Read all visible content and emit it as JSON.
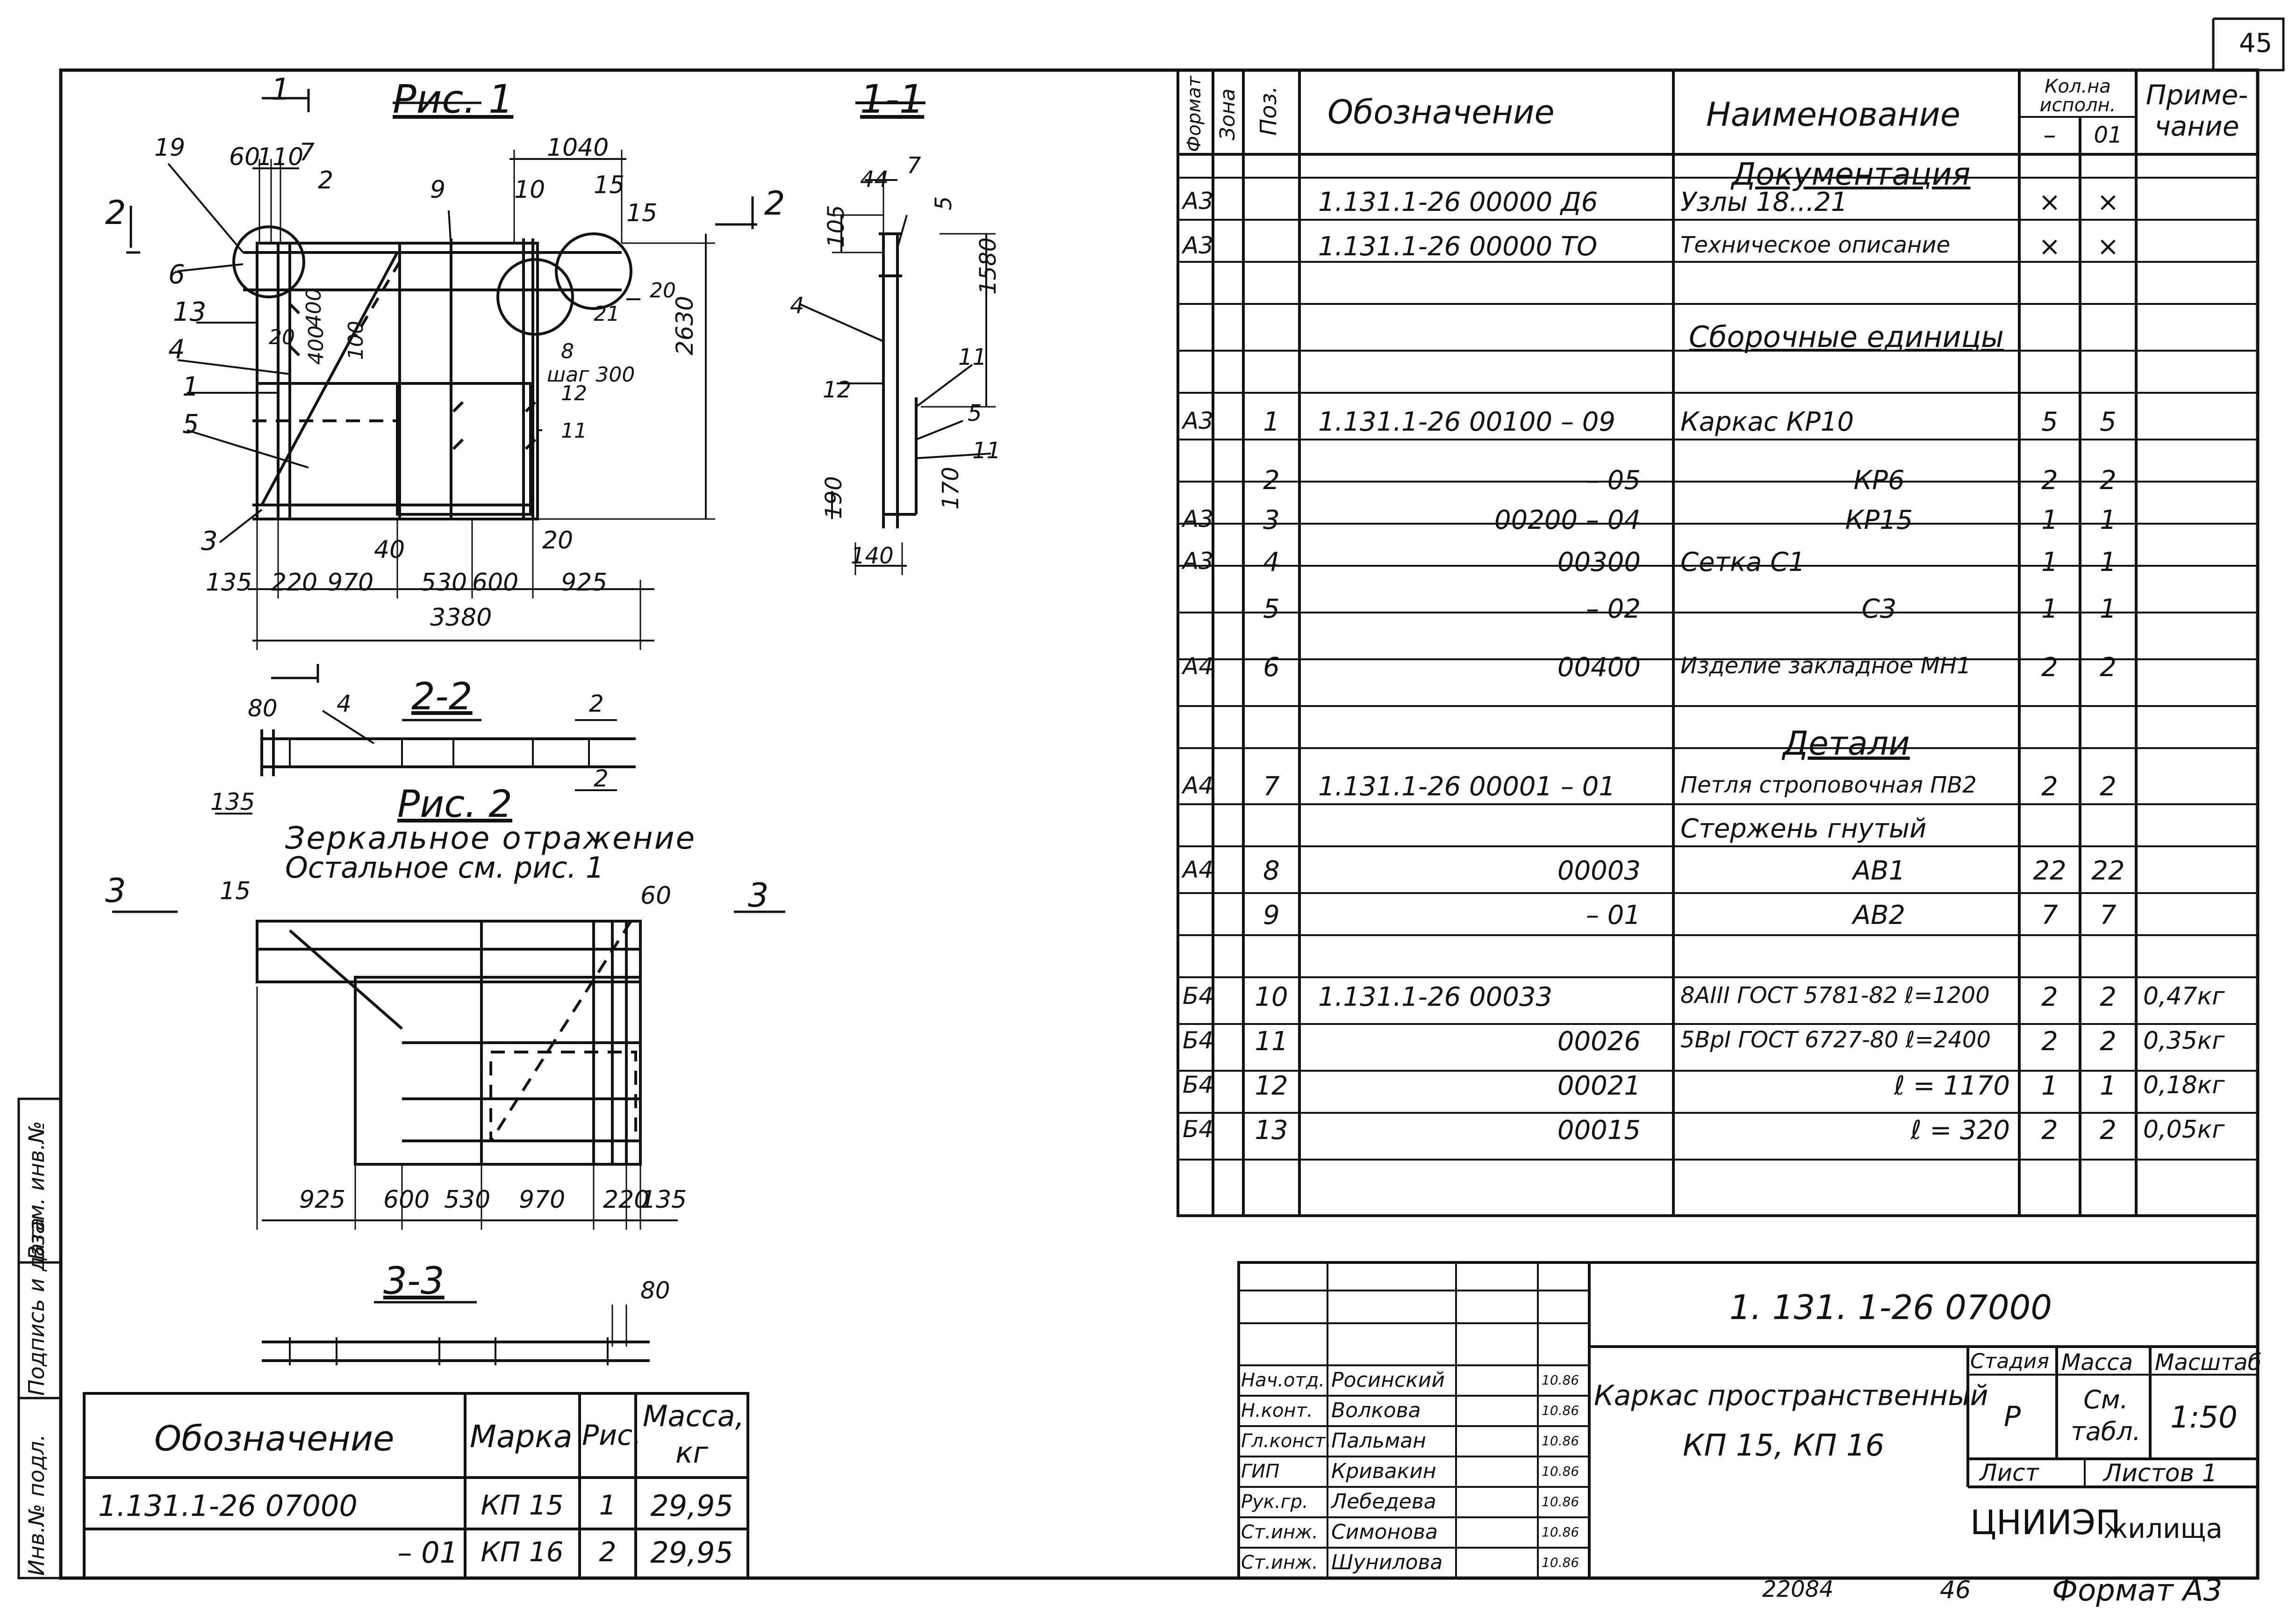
{
  "page": {
    "sheet_no": "45",
    "inv_no": "22084",
    "sheet_code": "46",
    "format": "Формат А3"
  },
  "drawing": {
    "fig1_title": "Рис. 1",
    "fig2_title": "Рис. 2",
    "mirror_note_1": "Зеркальное отражение",
    "mirror_note_2": "Остальное см. рис. 1",
    "sec_1_1": "1-1",
    "sec_2_2": "2-2",
    "sec_3_3": "3-3",
    "cut_1": "1",
    "cut_2": "2",
    "cut_3": "3",
    "dims_fig1_top": [
      "19",
      "60",
      "110",
      "7",
      "2",
      "1040",
      "9",
      "10",
      "15",
      "15"
    ],
    "dims_fig1_left": [
      "6",
      "13",
      "4",
      "1",
      "5",
      "3"
    ],
    "dims_fig1_inner": [
      "20",
      "400",
      "400",
      "100",
      "8",
      "шаг 300",
      "12",
      "11",
      "21",
      "20",
      "2630"
    ],
    "dims_fig1_bottom": [
      "135",
      "220",
      "970",
      "40",
      "530",
      "600",
      "20",
      "925",
      "3380"
    ],
    "dims_sec11": [
      "44",
      "7",
      "105",
      "5",
      "1580",
      "4",
      "12",
      "11",
      "5",
      "11",
      "190",
      "140",
      "170"
    ],
    "dims_sec22": [
      "80",
      "4",
      "2",
      "135",
      "2"
    ],
    "dims_fig2": [
      "15",
      "60",
      "925",
      "600",
      "530",
      "970",
      "220",
      "135"
    ],
    "dims_sec33": [
      "80"
    ]
  },
  "spec": {
    "headers": {
      "format": "Формат",
      "zone": "Зона",
      "pos": "Поз.",
      "designation": "Обозначение",
      "name": "Наименование",
      "qty": "Кол.на исполн.",
      "qty_a": "–",
      "qty_b": "01",
      "note": "Приме-чание"
    },
    "sections": {
      "docs": "Документация",
      "assemblies": "Сборочные единицы",
      "details": "Детали"
    },
    "rows": [
      {
        "fmt": "А3",
        "pos": "",
        "des": "1.131.1-26 00000 Д6",
        "name": "Узлы 18...21",
        "q1": "×",
        "q2": "×",
        "note": ""
      },
      {
        "fmt": "А3",
        "pos": "",
        "des": "1.131.1-26 00000 ТО",
        "name": "Техническое описание",
        "q1": "×",
        "q2": "×",
        "note": ""
      },
      {
        "fmt": "А3",
        "pos": "1",
        "des": "1.131.1-26 00100 – 09",
        "name": "Каркас   КР10",
        "q1": "5",
        "q2": "5",
        "note": ""
      },
      {
        "fmt": "",
        "pos": "2",
        "des": "– 05",
        "name": "КР6",
        "q1": "2",
        "q2": "2",
        "note": ""
      },
      {
        "fmt": "А3",
        "pos": "3",
        "des": "00200 – 04",
        "name": "КР15",
        "q1": "1",
        "q2": "1",
        "note": ""
      },
      {
        "fmt": "А3",
        "pos": "4",
        "des": "00300",
        "name": "Сетка    С1",
        "q1": "1",
        "q2": "1",
        "note": ""
      },
      {
        "fmt": "",
        "pos": "5",
        "des": "– 02",
        "name": "С3",
        "q1": "1",
        "q2": "1",
        "note": ""
      },
      {
        "fmt": "А4",
        "pos": "6",
        "des": "00400",
        "name": "Изделие закладное МН1",
        "q1": "2",
        "q2": "2",
        "note": ""
      },
      {
        "fmt": "А4",
        "pos": "7",
        "des": "1.131.1-26 00001 – 01",
        "name": "Петля строповочная ПВ2",
        "q1": "2",
        "q2": "2",
        "note": ""
      },
      {
        "fmt": "",
        "pos": "",
        "des": "",
        "name": "Стержень гнутый",
        "q1": "",
        "q2": "",
        "note": ""
      },
      {
        "fmt": "А4",
        "pos": "8",
        "des": "00003",
        "name": "АВ1",
        "q1": "22",
        "q2": "22",
        "note": ""
      },
      {
        "fmt": "",
        "pos": "9",
        "des": "– 01",
        "name": "АВ2",
        "q1": "7",
        "q2": "7",
        "note": ""
      },
      {
        "fmt": "Б4",
        "pos": "10",
        "des": "1.131.1-26   00033",
        "name": "8АIII ГОСТ 5781-82 ℓ=1200",
        "q1": "2",
        "q2": "2",
        "note": "0,47кг"
      },
      {
        "fmt": "Б4",
        "pos": "11",
        "des": "00026",
        "name": "5ВрI ГОСТ 6727-80 ℓ=2400",
        "q1": "2",
        "q2": "2",
        "note": "0,35кг"
      },
      {
        "fmt": "Б4",
        "pos": "12",
        "des": "00021",
        "name": "ℓ = 1170",
        "q1": "1",
        "q2": "1",
        "note": "0,18кг"
      },
      {
        "fmt": "Б4",
        "pos": "13",
        "des": "00015",
        "name": "ℓ = 320",
        "q1": "2",
        "q2": "2",
        "note": "0,05кг"
      }
    ]
  },
  "mass_table": {
    "headers": {
      "designation": "Обозначение",
      "mark": "Марка",
      "fig": "Рис.",
      "mass": "Масса, кг"
    },
    "rows": [
      {
        "des": "1.131.1-26  07000",
        "mark": "КП 15",
        "fig": "1",
        "mass": "29,95"
      },
      {
        "des": "– 01",
        "mark": "КП 16",
        "fig": "2",
        "mass": "29,95"
      }
    ]
  },
  "side_stamp": {
    "a": "Инв.№ подл.",
    "b": "Подпись и дата",
    "c": "Взам. инв.№"
  },
  "title_block": {
    "code": "1. 131. 1-26   07000",
    "title_1": "Каркас пространственный",
    "title_2": "КП 15, КП 16",
    "stage_h": "Стадия",
    "mass_h": "Масса",
    "scale_h": "Масштаб",
    "stage": "Р",
    "mass": "См. табл.",
    "scale": "1:50",
    "sheet_h": "Лист",
    "sheets_h": "Листов 1",
    "org": "ЦНИИЭП",
    "org_2": "жилища",
    "people": [
      {
        "role": "Нач.отд.",
        "name": "Росинский",
        "date": "10.86"
      },
      {
        "role": "Н.конт.",
        "name": "Волкова",
        "date": "10.86"
      },
      {
        "role": "Гл.конст.",
        "name": "Пальман",
        "date": "10.86"
      },
      {
        "role": "ГИП",
        "name": "Кривакин",
        "date": "10.86"
      },
      {
        "role": "Рук.гр.",
        "name": "Лебедева",
        "date": "10.86"
      },
      {
        "role": "Ст.инж.",
        "name": "Симонова",
        "date": "10.86"
      },
      {
        "role": "Ст.инж.",
        "name": "Шунилова",
        "date": "10.86"
      }
    ]
  }
}
